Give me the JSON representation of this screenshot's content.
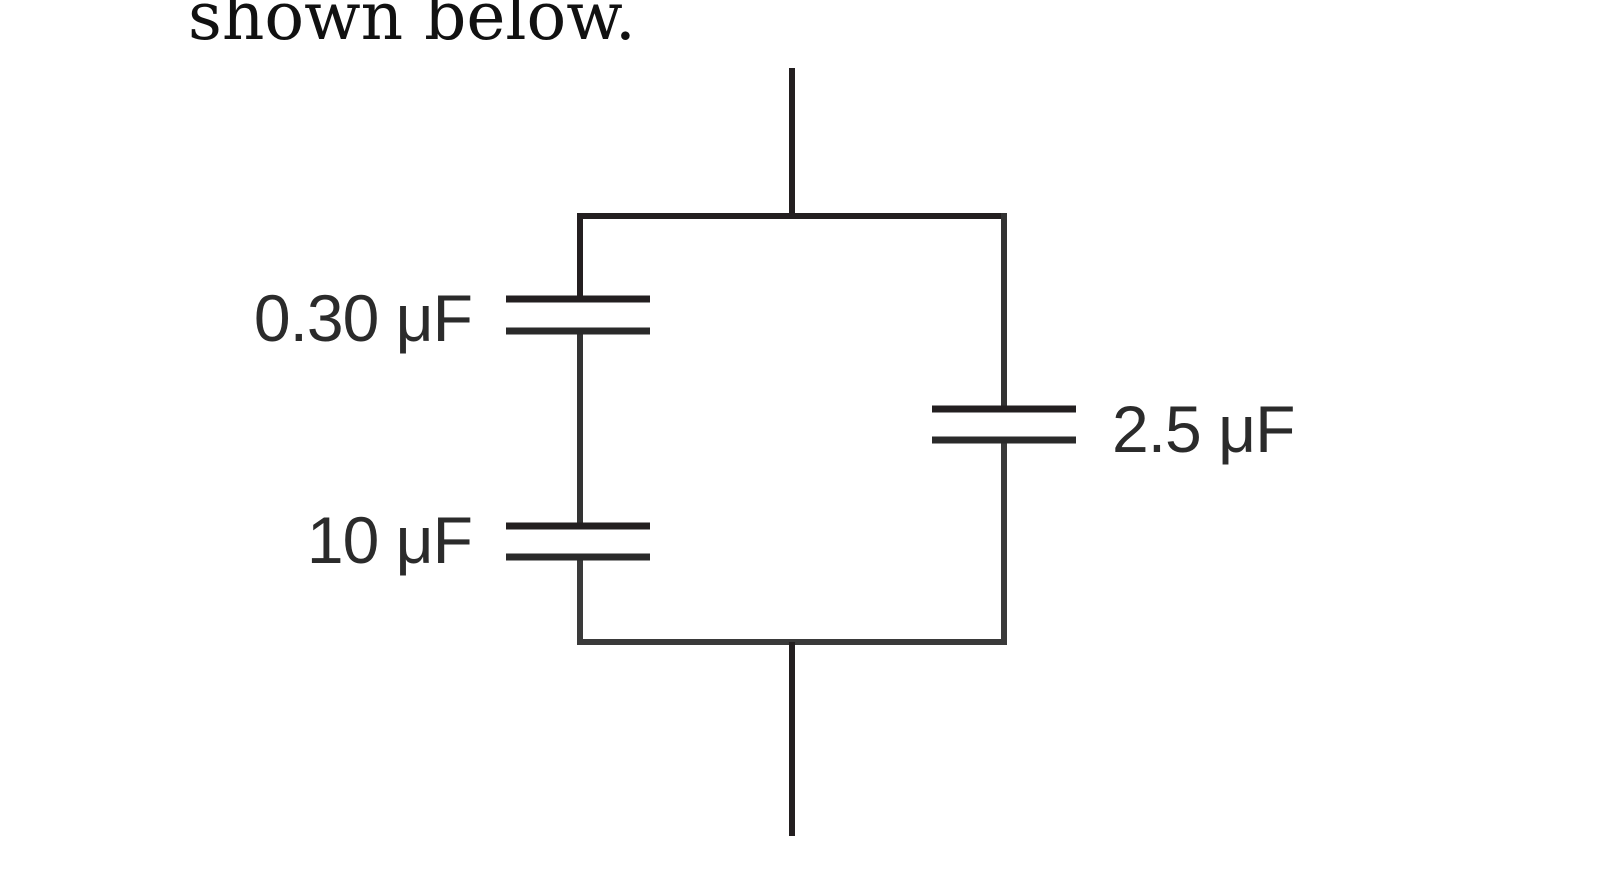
{
  "caption": "shown below.",
  "circuit": {
    "capacitors": [
      {
        "id": "c1",
        "label": "0.30 μF",
        "branch": "left",
        "position": "upper"
      },
      {
        "id": "c2",
        "label": "10 μF",
        "branch": "left",
        "position": "lower"
      },
      {
        "id": "c3",
        "label": "2.5 μF",
        "branch": "right",
        "position": "middle"
      }
    ],
    "wire_color": "#231f20"
  }
}
